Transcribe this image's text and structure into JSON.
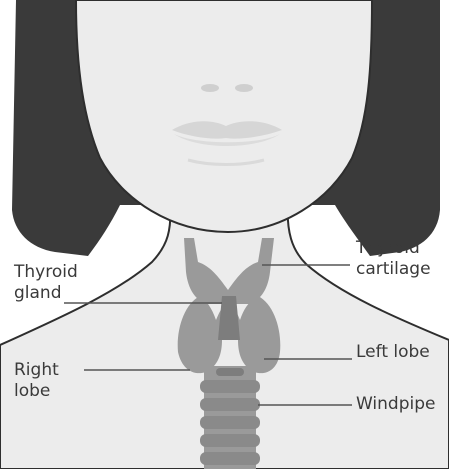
{
  "labels": {
    "thyroid_gland": [
      "Thyroid",
      "gland"
    ],
    "right_lobe": [
      "Right",
      "lobe"
    ],
    "thyroid_cartilage": [
      "Thyroid",
      "cartilage"
    ],
    "left_lobe": "Left lobe",
    "windpipe": "Windpipe"
  },
  "colors": {
    "background": "#ffffff",
    "skin": "#ececec",
    "hair": "#3a3a3a",
    "outline": "#2e2e2e",
    "organ": "#9a9a9a",
    "organ_dark": "#7d7d7d",
    "leader_line": "#555555"
  }
}
